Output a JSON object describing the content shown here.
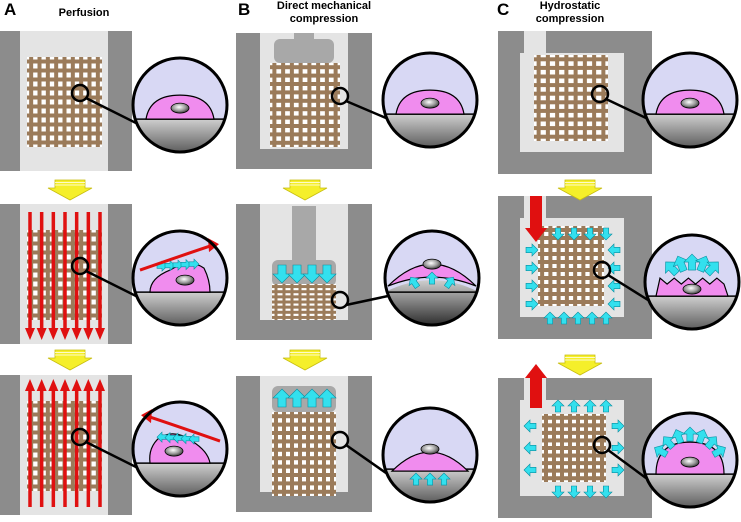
{
  "panels": [
    {
      "letter": "A",
      "title": "Perfusion"
    },
    {
      "letter": "B",
      "title_line1": "Direct mechanical",
      "title_line2": "compression"
    },
    {
      "letter": "C",
      "title_line1": "Hydrostatic",
      "title_line2": "compression"
    }
  ],
  "colors": {
    "wall": "#8c8c8c",
    "chamber": "#e4e4e4",
    "piston": "#a8a8a8",
    "fiber": "#9b7b5a",
    "flow_arrow": "#e01010",
    "fluid_arrow": "#33e0ee",
    "transition_arrow": "#f5ef2a",
    "cell": "#f08cee",
    "cell_bg": "#d8d8f4"
  }
}
